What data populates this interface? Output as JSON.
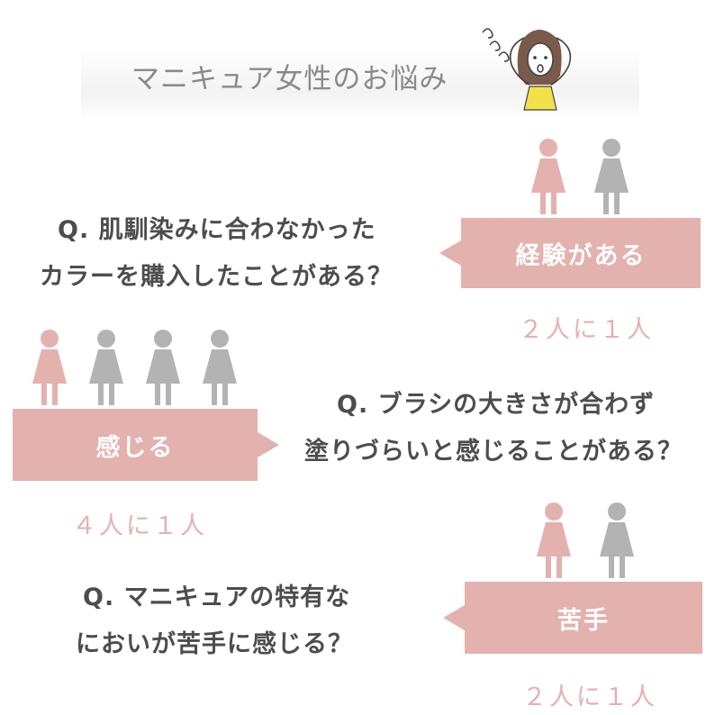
{
  "title": "マニキュア女性のお悩み",
  "colors": {
    "accent": "#e3b1ae",
    "neutral_figure": "#b3b3b3",
    "text": "#4d4d4d"
  },
  "items": [
    {
      "question_line1": "Q. 肌馴染みに合わなかった",
      "question_line2": "カラーを購入したことがある？",
      "answer": "経験がある",
      "ratio": "２人に１人",
      "figures_highlighted": 1,
      "figures_total": 2
    },
    {
      "question_line1": "Q. ブラシの大きさが合わず",
      "question_line2": "塗りづらいと感じることがある？",
      "answer": "感じる",
      "ratio": "４人に１人",
      "figures_highlighted": 1,
      "figures_total": 4
    },
    {
      "question_line1": "Q. マニキュアの特有な",
      "question_line2": "においが苦手に感じる？",
      "answer": "苦手",
      "ratio": "２人に１人",
      "figures_highlighted": 1,
      "figures_total": 2
    }
  ]
}
